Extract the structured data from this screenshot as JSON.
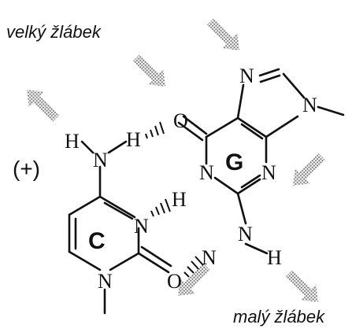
{
  "labels": {
    "major_groove": "velký žlábek",
    "minor_groove": "malý žlábek",
    "charge": "(+)"
  },
  "bases": {
    "guanine": "G",
    "cytosine": "C"
  },
  "atoms": {
    "N": "N",
    "O": "O",
    "H": "H"
  },
  "colors": {
    "ink": "#111111",
    "arrow": "#8a8a8a"
  }
}
